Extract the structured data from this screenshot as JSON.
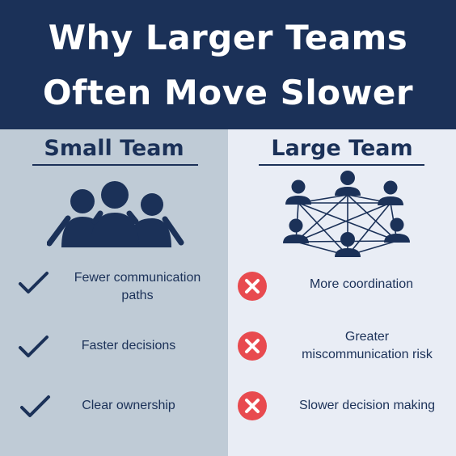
{
  "title": {
    "line1": "Why Larger Teams",
    "line2": "Often Move Slower"
  },
  "small_team": {
    "heading": "Small Team",
    "icon": "people-group-icon",
    "items": [
      {
        "icon": "checkmark-icon",
        "line1": "Fewer communication",
        "line2": "paths"
      },
      {
        "icon": "checkmark-icon",
        "line1": "Faster decisions"
      },
      {
        "icon": "checkmark-icon",
        "line1": "Clear ownership"
      }
    ]
  },
  "large_team": {
    "heading": "Large Team",
    "icon": "network-people-icon",
    "items": [
      {
        "icon": "x-circle-icon",
        "line1": "More coordination"
      },
      {
        "icon": "x-circle-icon",
        "line1": "Greater",
        "line2": "miscommunication risk"
      },
      {
        "icon": "x-circle-icon",
        "line1": "Slower decision making"
      }
    ]
  },
  "colors": {
    "navy": "#1b3158",
    "left_bg": "#bfcbd6",
    "right_bg": "#e9edf5",
    "red": "#e84a4f"
  }
}
